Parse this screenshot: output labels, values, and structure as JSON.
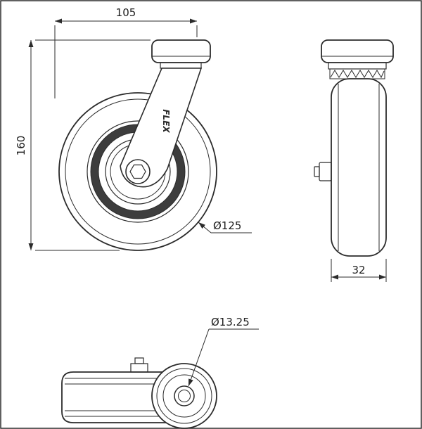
{
  "colors": {
    "line": "#2b2b2b",
    "dark_ring": "#3d3d3d",
    "background": "#ffffff"
  },
  "views": {
    "front": {
      "dim_mount_width": "105",
      "dim_overall_height": "160",
      "dim_wheel_diameter": "Ø125",
      "logo": "FLEX"
    },
    "side": {
      "dim_wheel_width": "32"
    },
    "bottom": {
      "dim_bolt_hole_diameter": "Ø13.25"
    }
  }
}
